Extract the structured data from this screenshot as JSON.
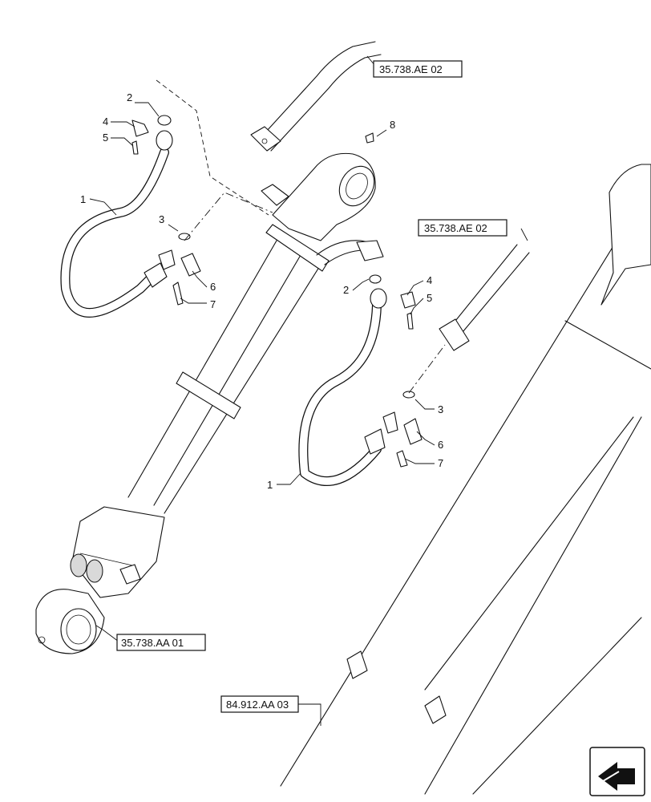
{
  "callouts": {
    "left": {
      "n1": "1",
      "n2": "2",
      "n3": "3",
      "n4": "4",
      "n5": "5",
      "n6": "6",
      "n7": "7"
    },
    "right": {
      "n1": "1",
      "n2": "2",
      "n3": "3",
      "n4": "4",
      "n5": "5",
      "n6": "6",
      "n7": "7"
    },
    "n8": "8"
  },
  "references": {
    "top": "35.738.AE 02",
    "right": "35.738.AE 02",
    "bottom_left": "35.738.AA 01",
    "bottom": "84.912.AA 03"
  },
  "nav_icon": "arrow-left-icon"
}
